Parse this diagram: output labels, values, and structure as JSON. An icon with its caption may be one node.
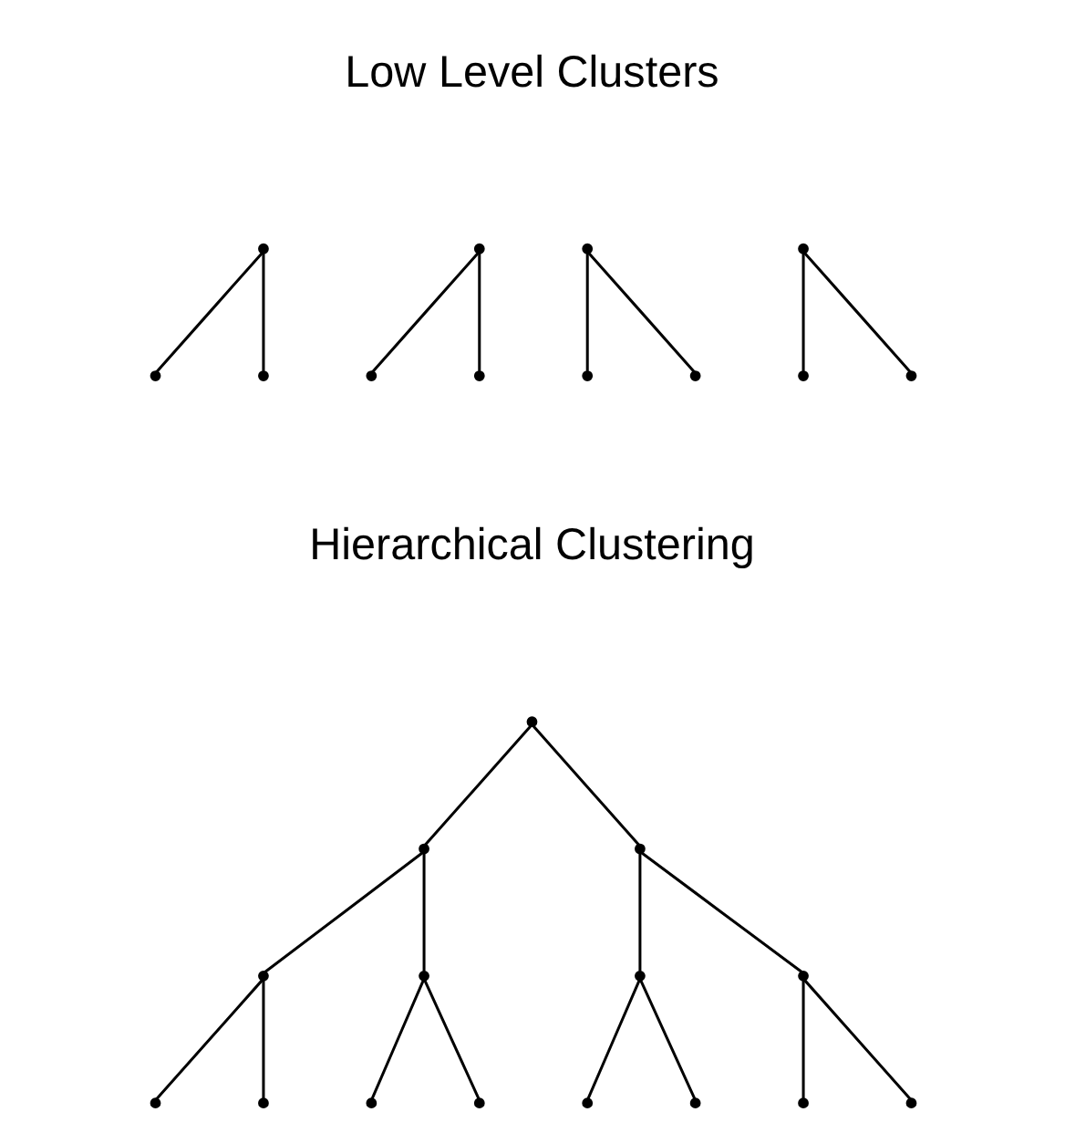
{
  "diagram": {
    "nodes": [
      {
        "text": [],
        "shape": "point"
      },
      {
        "text": [],
        "shape": "point"
      },
      {
        "text": [],
        "shape": "point"
      },
      {
        "text": [],
        "shape": "point"
      },
      {
        "text": [],
        "shape": "point"
      },
      {
        "text": [],
        "shape": "point"
      },
      {
        "text": [],
        "shape": "point"
      },
      {
        "text": [],
        "shape": "point"
      },
      {
        "text": [],
        "shape": "point"
      },
      {
        "text": [],
        "shape": "point"
      },
      {
        "text": [],
        "shape": "point"
      },
      {
        "text": [],
        "shape": "point"
      },
      {
        "text": [],
        "shape": "point"
      },
      {
        "text": [],
        "shape": "point"
      },
      {
        "text": [],
        "shape": "point"
      },
      {
        "text": [],
        "shape": "point"
      },
      {
        "text": [],
        "shape": "point"
      },
      {
        "text": [],
        "shape": "point"
      },
      {
        "text": [],
        "shape": "point"
      },
      {
        "text": [],
        "shape": "point"
      },
      {
        "text": [],
        "shape": "point"
      },
      {
        "text": [],
        "shape": "point"
      },
      {
        "text": [],
        "shape": "point"
      },
      {
        "text": [],
        "shape": "point"
      },
      {
        "text": [],
        "shape": "point"
      },
      {
        "text": [],
        "shape": "point"
      },
      {
        "text": [],
        "shape": "point"
      }
    ],
    "edges": [
      {
        "from": 0,
        "to": 4,
        "arrow": "none"
      },
      {
        "from": 0,
        "to": 5,
        "arrow": "none"
      },
      {
        "from": 1,
        "to": 6,
        "arrow": "none"
      },
      {
        "from": 1,
        "to": 7,
        "arrow": "none"
      },
      {
        "from": 2,
        "to": 8,
        "arrow": "none"
      },
      {
        "from": 2,
        "to": 9,
        "arrow": "none"
      },
      {
        "from": 3,
        "to": 10,
        "arrow": "none"
      },
      {
        "from": 3,
        "to": 11,
        "arrow": "none"
      },
      {
        "from": 12,
        "to": 13,
        "arrow": "none"
      },
      {
        "from": 12,
        "to": 14,
        "arrow": "none"
      },
      {
        "from": 13,
        "to": 15,
        "arrow": "none"
      },
      {
        "from": 13,
        "to": 16,
        "arrow": "none"
      },
      {
        "from": 14,
        "to": 17,
        "arrow": "none"
      },
      {
        "from": 14,
        "to": 18,
        "arrow": "none"
      },
      {
        "from": 15,
        "to": 19,
        "arrow": "none"
      },
      {
        "from": 15,
        "to": 20,
        "arrow": "none"
      },
      {
        "from": 16,
        "to": 21,
        "arrow": "none"
      },
      {
        "from": 16,
        "to": 22,
        "arrow": "none"
      },
      {
        "from": 17,
        "to": 23,
        "arrow": "none"
      },
      {
        "from": 17,
        "to": 24,
        "arrow": "none"
      },
      {
        "from": 18,
        "to": 25,
        "arrow": "none"
      },
      {
        "from": 18,
        "to": 26,
        "arrow": "none"
      }
    ],
    "labels": [
      "Low Level Clusters",
      "Hierarchical Clustering"
    ]
  }
}
